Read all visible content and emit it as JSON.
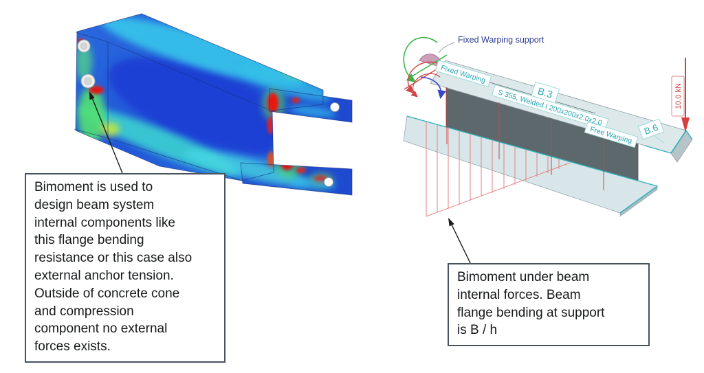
{
  "figure": {
    "left": {
      "description": "FEA stress contour plot of welded channel bracket",
      "note_lines": [
        "Bimoment is used to",
        "design beam system",
        "internal components like",
        "this flange bending",
        "resistance or this case also",
        "external anchor tension.",
        "Outside of concrete cone",
        "and compression",
        "component no external",
        "forces exists."
      ]
    },
    "right": {
      "description": "Isometric I-beam with bimoment diagram",
      "support_label": "Fixed Warping support",
      "fixed_warping": "Fixed Warping",
      "beam_spec": "S 355, Welded I 200x200x2.0x2.0",
      "member_b3": "B.3",
      "free_warping": "Free Warping",
      "member_b6": "B.6",
      "load": "10.0 kN",
      "note_lines": [
        "Bimoment under beam",
        "internal forces. Beam",
        "flange bending at support",
        "is  B / h"
      ]
    },
    "colors": {
      "accent_teal": "#2fb0bd",
      "label_teal": "#2aa6b4",
      "load_red": "#d04545",
      "diagram_red": "#e28080",
      "support_navy": "#2c3a94",
      "note_border": "#46525c",
      "beam_fill": "#dce8ea",
      "web_fill": "#5c686c",
      "support_disc_pink": "#c490ad"
    }
  }
}
